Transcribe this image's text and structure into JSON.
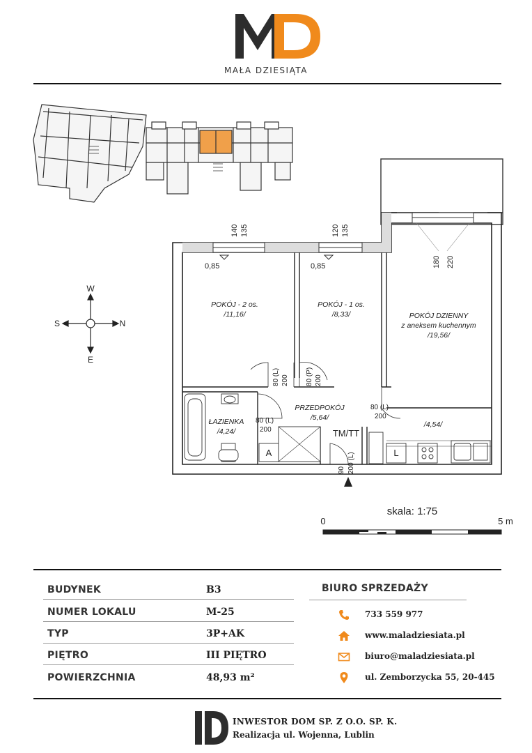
{
  "brand": {
    "name": "MAŁA DZIESIĄTA",
    "logo_text": "MD",
    "colors": {
      "dark": "#2d2d2d",
      "accent": "#f08a1c"
    }
  },
  "plan": {
    "rooms": [
      {
        "name": "POKÓJ - 2 os.",
        "area": "/11,16/"
      },
      {
        "name": "POKÓJ - 1 os.",
        "area": "/8,33/"
      },
      {
        "name": "POKÓJ DZIENNY",
        "sub": "z aneksem kuchennym",
        "area": "/19,56/"
      },
      {
        "name": "PRZEDPOKÓJ",
        "area": "/5,64/"
      },
      {
        "name": "ŁAZIENKA",
        "area": "/4,24/"
      },
      {
        "name": "",
        "area": "/4,54/"
      }
    ],
    "windows": [
      {
        "w": "140",
        "h": "135",
        "sill": "0,85"
      },
      {
        "w": "120",
        "h": "135",
        "sill": "0,85"
      },
      {
        "w": "180",
        "h": "220"
      }
    ],
    "doors": [
      {
        "w": "80 (L)",
        "h": "200"
      },
      {
        "w": "80 (P)",
        "h": "200"
      },
      {
        "w": "80 (L)",
        "h": "200"
      },
      {
        "w": "80 (L)",
        "h": "200"
      },
      {
        "w": "90",
        "h": "200 (L)"
      }
    ],
    "labels": {
      "tm": "TM/TT",
      "a": "A",
      "l": "L"
    },
    "compass": {
      "w": "W",
      "e": "E",
      "s": "S",
      "n": "N"
    },
    "scale": {
      "label": "skala: 1:75",
      "start": "0",
      "end": "5 m"
    },
    "highlight_color": "#f0a04a"
  },
  "info": {
    "rows": [
      {
        "key": "BUDYNEK",
        "value": "B3"
      },
      {
        "key": "NUMER LOKALU",
        "value": "M-25"
      },
      {
        "key": "TYP",
        "value": "3P+AK"
      },
      {
        "key": "PIĘTRO",
        "value": "III PIĘTRO"
      },
      {
        "key": "POWIERZCHNIA",
        "value": "48,93 m²"
      }
    ]
  },
  "sales": {
    "title": "BIURO SPRZEDAŻY",
    "phone": "733 559 977",
    "website": "www.maladziesiata.pl",
    "email": "biuro@maladziesiata.pl",
    "address": "ul. Zemborzycka 55, 20-445",
    "icon_color": "#f08a1c"
  },
  "investor": {
    "name": "INWESTOR DOM SP. Z O.O. SP. K.",
    "project": "Realizacja ul. Wojenna, Lublin"
  }
}
